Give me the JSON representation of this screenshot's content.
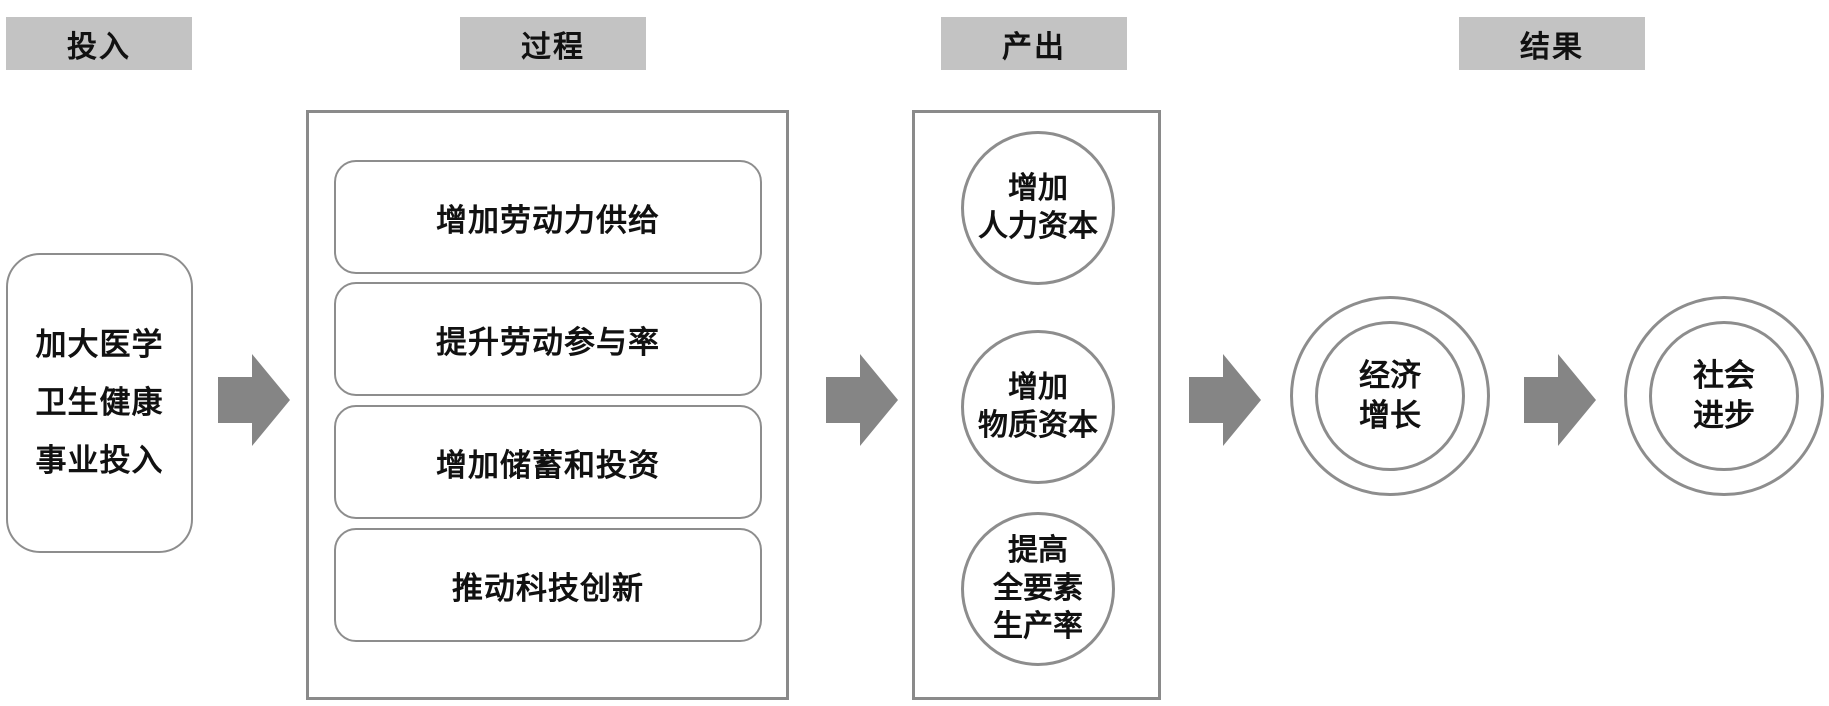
{
  "headers": {
    "input": "投入",
    "process": "过程",
    "output": "产出",
    "result": "结果"
  },
  "input_box": {
    "lines": [
      "加大医学",
      "卫生健康",
      "事业投入"
    ]
  },
  "process_items": [
    "增加劳动力供给",
    "提升劳动参与率",
    "增加储蓄和投资",
    "推动科技创新"
  ],
  "outputs": [
    {
      "lines": [
        "增加",
        "人力资本"
      ]
    },
    {
      "lines": [
        "增加",
        "物质资本"
      ]
    },
    {
      "lines": [
        "提高",
        "全要素",
        "生产率"
      ]
    }
  ],
  "results": [
    {
      "lines": [
        "经济",
        "增长"
      ]
    },
    {
      "lines": [
        "社会",
        "进步"
      ]
    }
  ],
  "colors": {
    "header_bg": "#c3c3c3",
    "border": "#8d8d8d",
    "arrow": "#858585"
  },
  "icons": [
    "right-arrow-icon"
  ]
}
